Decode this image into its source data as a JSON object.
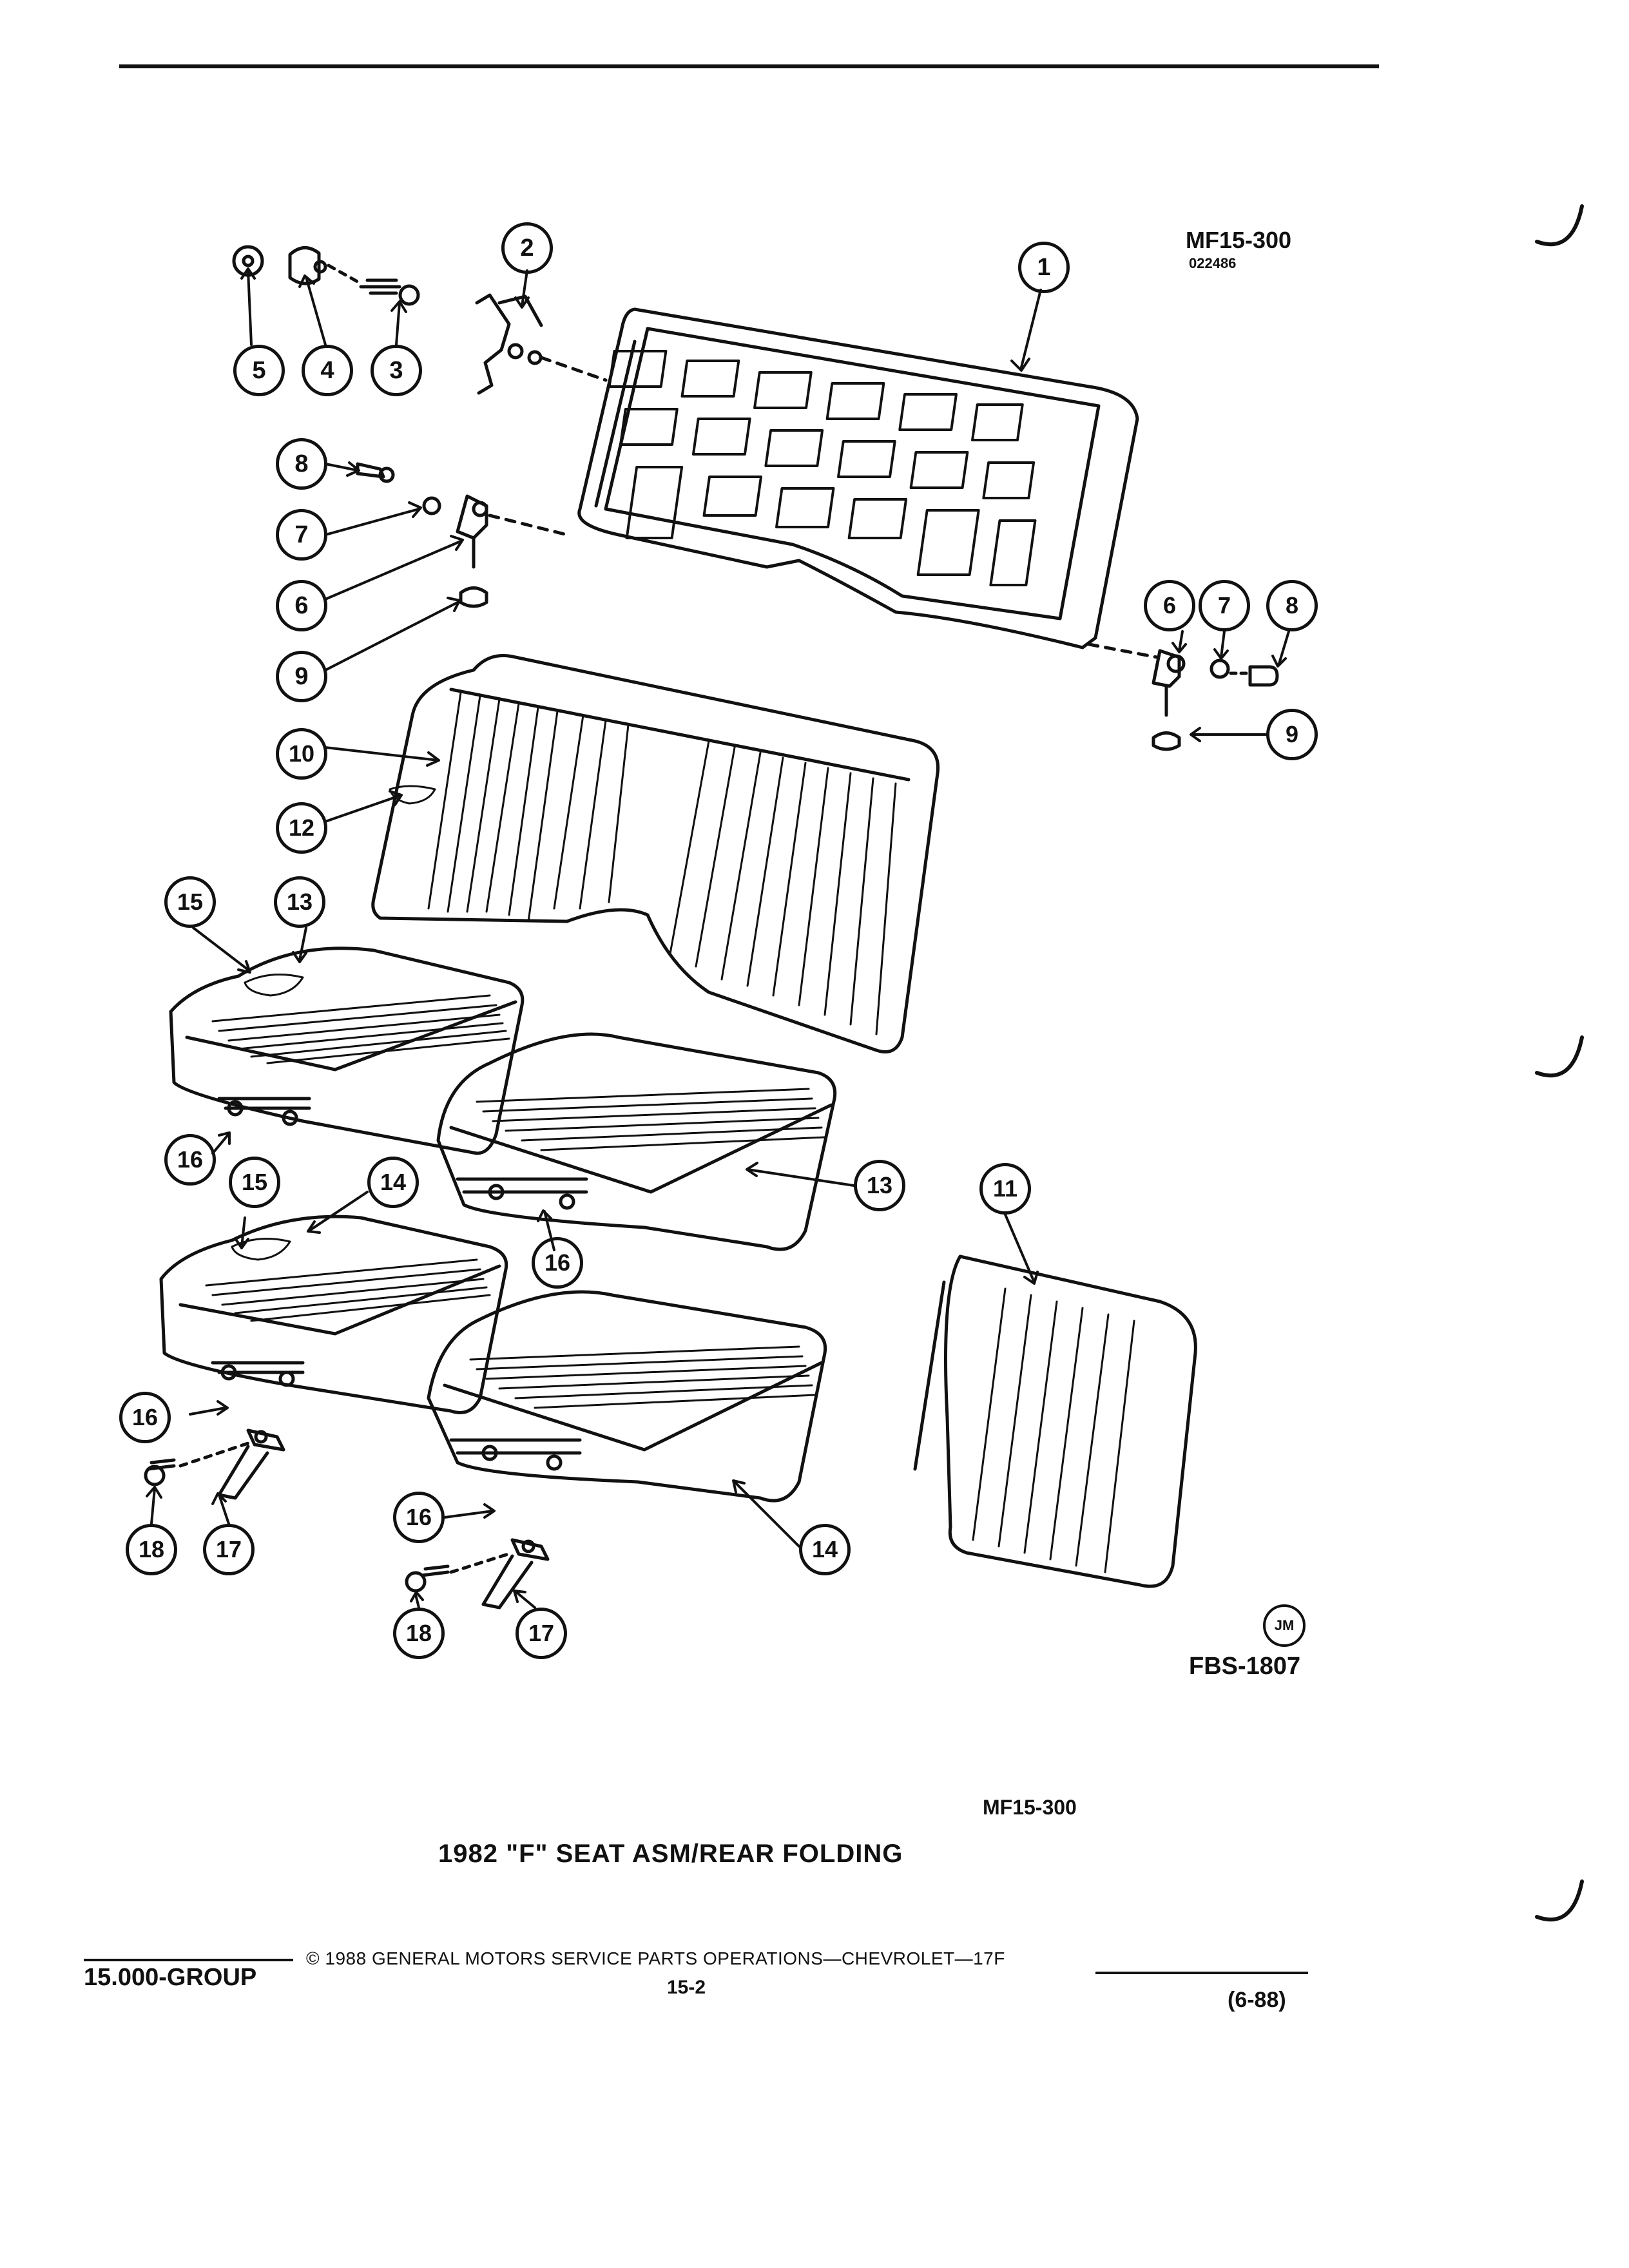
{
  "header": {
    "figure_code": "MF15-300",
    "figure_number": "022486"
  },
  "diagram": {
    "callouts": [
      "1",
      "2",
      "3",
      "4",
      "5",
      "6",
      "7",
      "8",
      "9",
      "10",
      "11",
      "12",
      "13",
      "14",
      "15",
      "16",
      "17",
      "18"
    ],
    "stamp": "JM",
    "reference": "FBS-1807"
  },
  "caption": {
    "code": "MF15-300",
    "title": "1982 \"F\" SEAT ASM/REAR FOLDING"
  },
  "footer": {
    "group": "15.000-GROUP",
    "copyright": "© 1988 GENERAL MOTORS SERVICE PARTS OPERATIONS—CHEVROLET—17F",
    "page": "15-2",
    "date": "(6-88)"
  }
}
